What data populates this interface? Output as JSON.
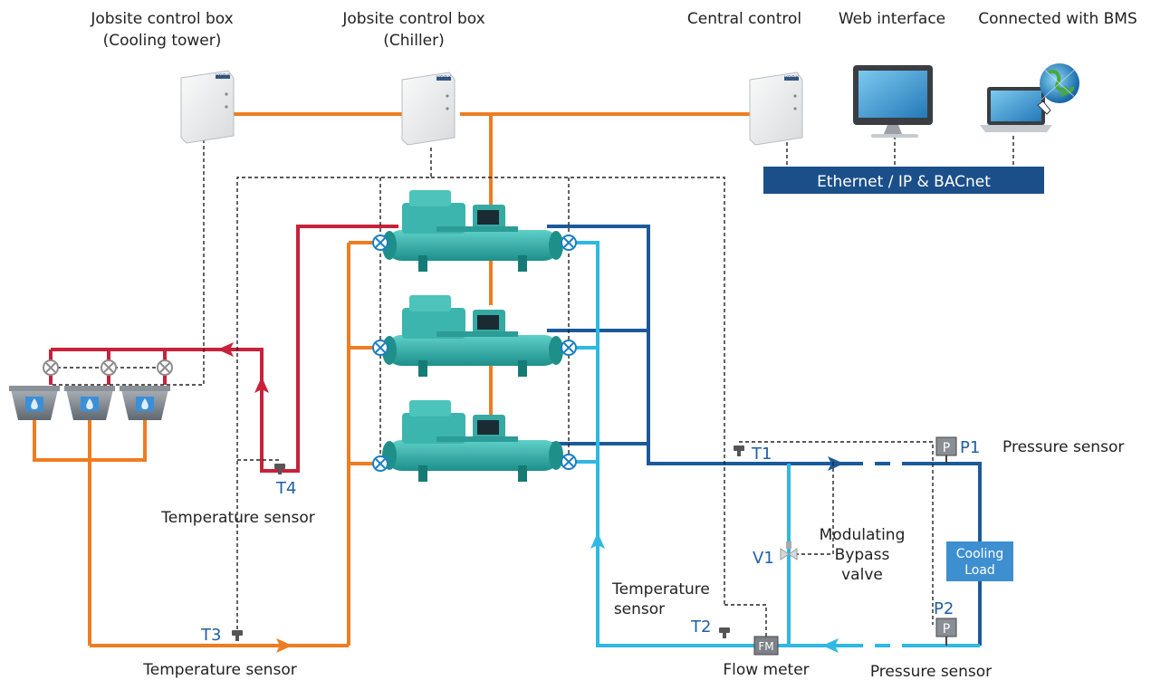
{
  "header": {
    "tower_box": [
      "Jobsite control box",
      "(Cooling tower)"
    ],
    "chiller_box": [
      "Jobsite control box",
      "(Chiller)"
    ],
    "central": "Central control",
    "web": "Web interface",
    "bms": "Connected with BMS"
  },
  "network": {
    "bar_label": "Ethernet / IP & BACnet"
  },
  "sensors": {
    "t1": "T1",
    "t2": "T2",
    "t3": "T3",
    "t4": "T4",
    "p1": "P1",
    "p2": "P2",
    "v1": "V1",
    "p_symbol": "P",
    "fm_symbol": "FM"
  },
  "labels": {
    "pressure_sensor_top": "Pressure sensor",
    "pressure_sensor_bottom": "Pressure sensor",
    "temp_sensor_t4": "Temperature sensor",
    "temp_sensor_t3": "Temperature sensor",
    "temp_sensor_t2": [
      "Temperature",
      "sensor"
    ],
    "flow_meter": "Flow meter",
    "bypass_valve": [
      "Modulating",
      "Bypass",
      "valve"
    ],
    "cooling_load": [
      "Cooling",
      "Load"
    ]
  },
  "brand": "YORK",
  "colors": {
    "orange": "#ee7d22",
    "red": "#c8223a",
    "dark_blue": "#1b5a9a",
    "light_blue": "#2fb8e2",
    "chiller": "#2aa8a2",
    "network_bar": "#1b4f8a",
    "cooling_load": "#3d8fd0",
    "tag_blue": "#1f5fa6"
  }
}
